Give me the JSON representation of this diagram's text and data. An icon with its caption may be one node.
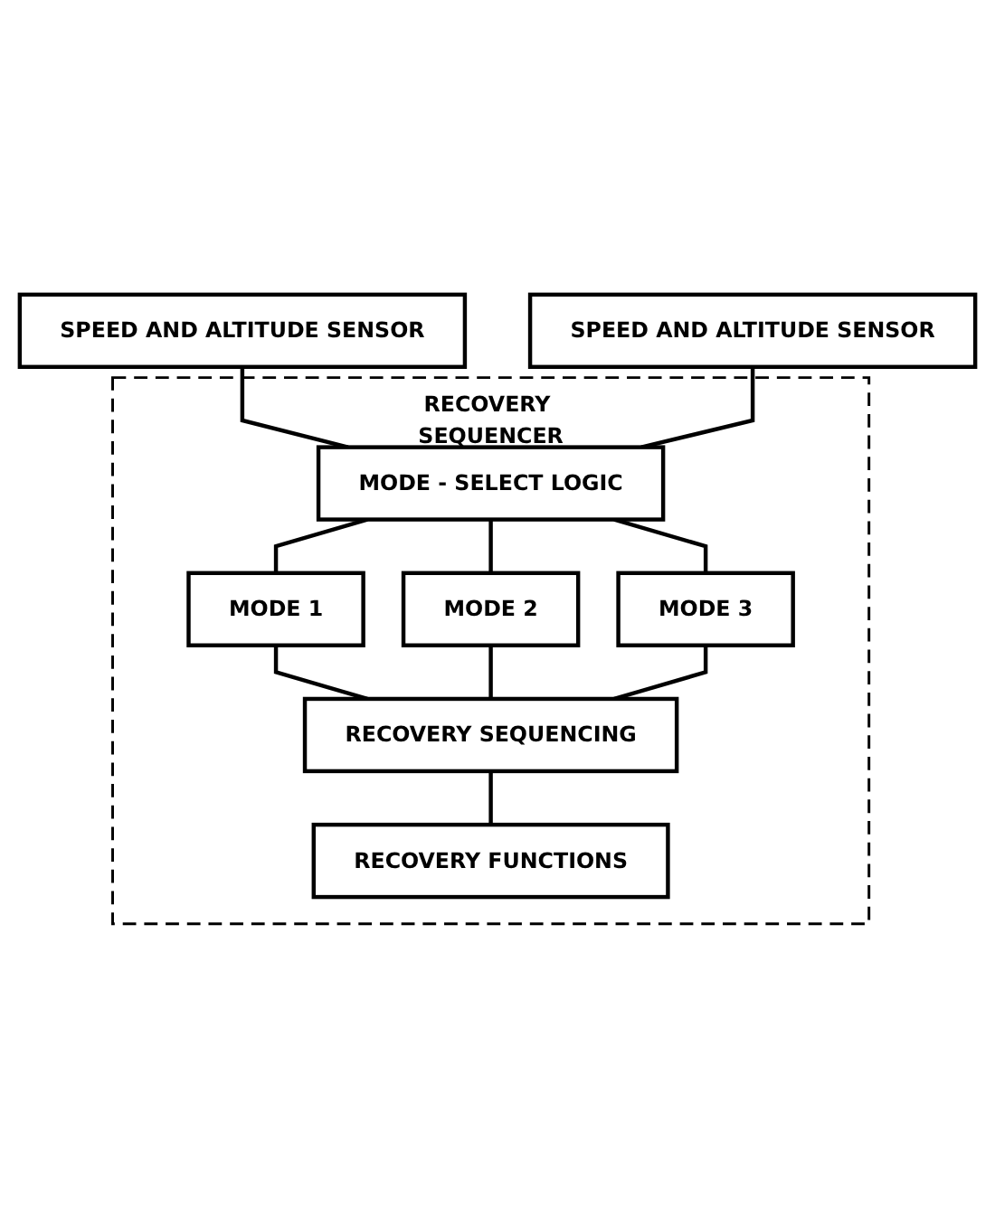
{
  "diagram": {
    "nodes": [
      {
        "text": [
          "SPEED AND ALTITUDE SENSOR"
        ]
      },
      {
        "text": [
          "SPEED AND ALTITUDE SENSOR"
        ]
      },
      {
        "text": [
          "RECOVERY SEQUENCER"
        ]
      },
      {
        "text": [
          "MODE - SELECT LOGIC"
        ],
        "in": 2
      },
      {
        "text": [
          "MODE 1"
        ],
        "in": 2
      },
      {
        "text": [
          "MODE 2"
        ],
        "in": 2
      },
      {
        "text": [
          "MODE 3"
        ],
        "in": 2
      },
      {
        "text": [
          "RECOVERY SEQUENCING"
        ],
        "in": 2
      },
      {
        "text": [
          "RECOVERY FUNCTIONS"
        ],
        "in": 2
      }
    ],
    "edges": [
      {
        "from": 0,
        "to": 3,
        "arrow": "none"
      },
      {
        "from": 1,
        "to": 3,
        "arrow": "none"
      },
      {
        "from": 3,
        "to": 4,
        "arrow": "none"
      },
      {
        "from": 3,
        "to": 5,
        "arrow": "none"
      },
      {
        "from": 3,
        "to": 6,
        "arrow": "none"
      },
      {
        "from": 4,
        "to": 7,
        "arrow": "none"
      },
      {
        "from": 5,
        "to": 7,
        "arrow": "none"
      },
      {
        "from": 6,
        "to": 7,
        "arrow": "none"
      },
      {
        "from": 7,
        "to": 8,
        "arrow": "none"
      }
    ]
  }
}
